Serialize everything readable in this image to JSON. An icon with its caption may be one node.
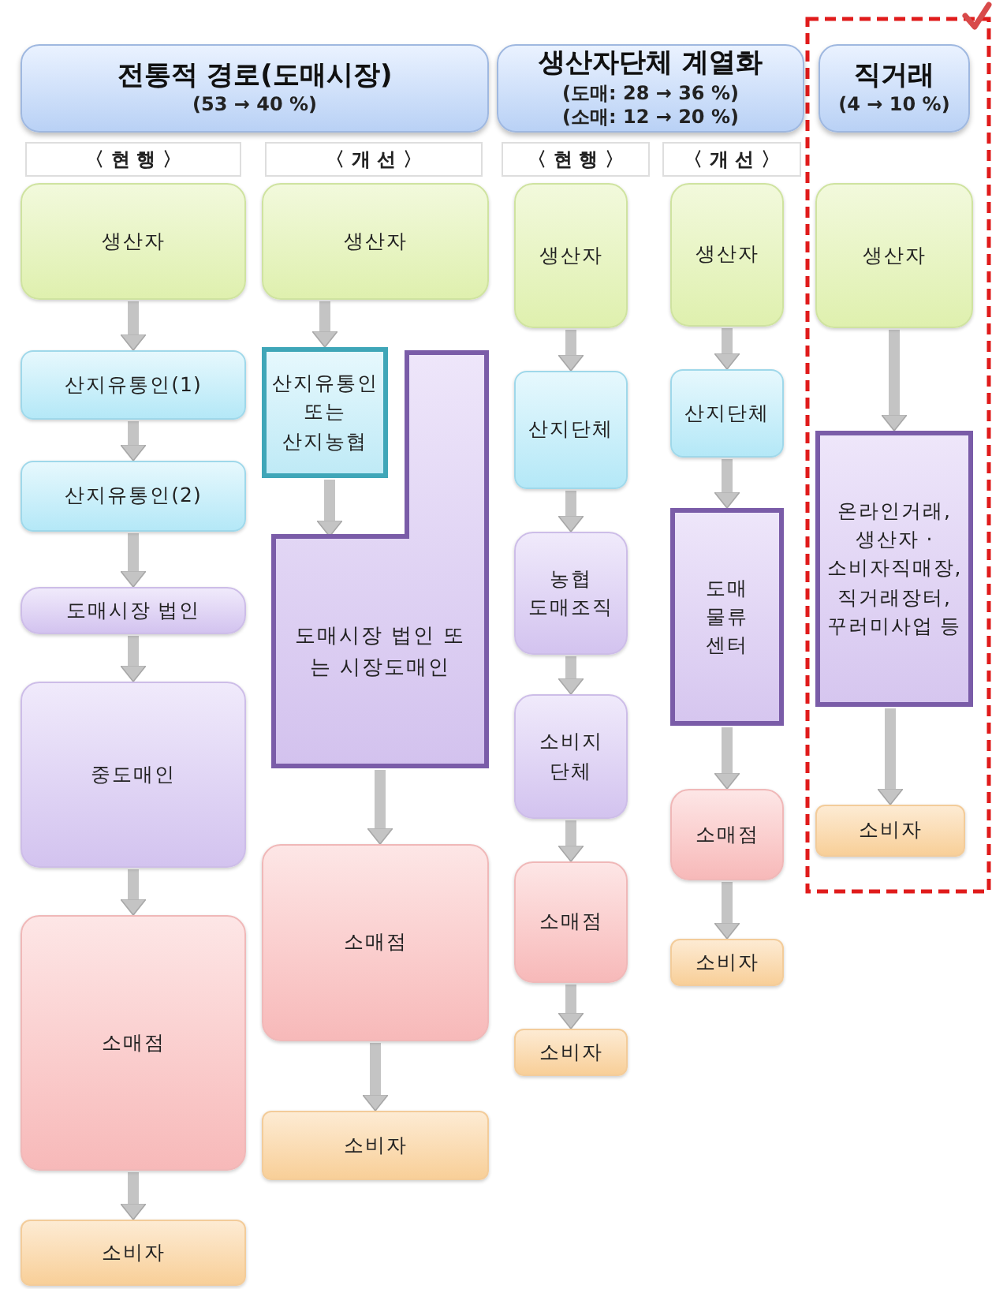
{
  "diagram": {
    "nodes": [
      {
        "text": [
          "전통적 경로(도매시장)",
          "(53 → 40 %)"
        ]
      },
      {
        "text": [
          "생산자단체 계열화",
          "(도매: 28 → 36 %)",
          "(소매: 12 → 20 %)"
        ]
      },
      {
        "text": [
          "직거래",
          "(4 → 10 %)"
        ]
      },
      {
        "text": [
          "〈 현 행 〉"
        ]
      },
      {
        "text": [
          "〈 개 선 〉"
        ]
      },
      {
        "text": [
          "〈 현 행 〉"
        ]
      },
      {
        "text": [
          "〈 개 선 〉"
        ]
      },
      {
        "text": [
          "생산자"
        ]
      },
      {
        "text": [
          "산지유통인(1)"
        ]
      },
      {
        "text": [
          "산지유통인(2)"
        ]
      },
      {
        "text": [
          "도매시장 법인"
        ]
      },
      {
        "text": [
          "중도매인"
        ]
      },
      {
        "text": [
          "소매점"
        ]
      },
      {
        "text": [
          "소비자"
        ]
      },
      {
        "text": [
          "생산자"
        ]
      },
      {
        "text": [
          "산지유통인 또는 산지농협"
        ]
      },
      {
        "text": [
          "도매시장 법인 또는 시장도매인"
        ]
      },
      {
        "text": [
          "소매점"
        ]
      },
      {
        "text": [
          "소비자"
        ]
      },
      {
        "text": [
          "생산자"
        ]
      },
      {
        "text": [
          "산지단체"
        ]
      },
      {
        "text": [
          "농협 도매조직"
        ]
      },
      {
        "text": [
          "소비지 단체"
        ]
      },
      {
        "text": [
          "소매점"
        ]
      },
      {
        "text": [
          "소비자"
        ]
      },
      {
        "text": [
          "생산자"
        ]
      },
      {
        "text": [
          "산지단체"
        ]
      },
      {
        "text": [
          "도매 물류 센터"
        ]
      },
      {
        "text": [
          "소매점"
        ]
      },
      {
        "text": [
          "소비자"
        ]
      },
      {
        "text": [
          "생산자"
        ]
      },
      {
        "text": [
          "온라인거래, 생산자 · 소비자직매장, 직거래장터, 꾸러미사업 등"
        ]
      },
      {
        "text": [
          "소비자"
        ]
      }
    ],
    "edges": [
      {
        "from": 7,
        "to": 8,
        "arrow": "to"
      },
      {
        "from": 8,
        "to": 9,
        "arrow": "to"
      },
      {
        "from": 9,
        "to": 10,
        "arrow": "to"
      },
      {
        "from": 10,
        "to": 11,
        "arrow": "to"
      },
      {
        "from": 11,
        "to": 12,
        "arrow": "to"
      },
      {
        "from": 12,
        "to": 13,
        "arrow": "to"
      },
      {
        "from": 14,
        "to": 15,
        "arrow": "to"
      },
      {
        "from": 15,
        "to": 16,
        "arrow": "to"
      },
      {
        "from": 16,
        "to": 17,
        "arrow": "to"
      },
      {
        "from": 17,
        "to": 18,
        "arrow": "to"
      },
      {
        "from": 19,
        "to": 20,
        "arrow": "to"
      },
      {
        "from": 20,
        "to": 21,
        "arrow": "to"
      },
      {
        "from": 21,
        "to": 22,
        "arrow": "to"
      },
      {
        "from": 22,
        "to": 23,
        "arrow": "to"
      },
      {
        "from": 23,
        "to": 24,
        "arrow": "to"
      },
      {
        "from": 25,
        "to": 26,
        "arrow": "to"
      },
      {
        "from": 26,
        "to": 27,
        "arrow": "to"
      },
      {
        "from": 27,
        "to": 28,
        "arrow": "to"
      },
      {
        "from": 28,
        "to": 29,
        "arrow": "to"
      },
      {
        "from": 30,
        "to": 31,
        "arrow": "to"
      },
      {
        "from": 31,
        "to": 32,
        "arrow": "to"
      }
    ]
  }
}
